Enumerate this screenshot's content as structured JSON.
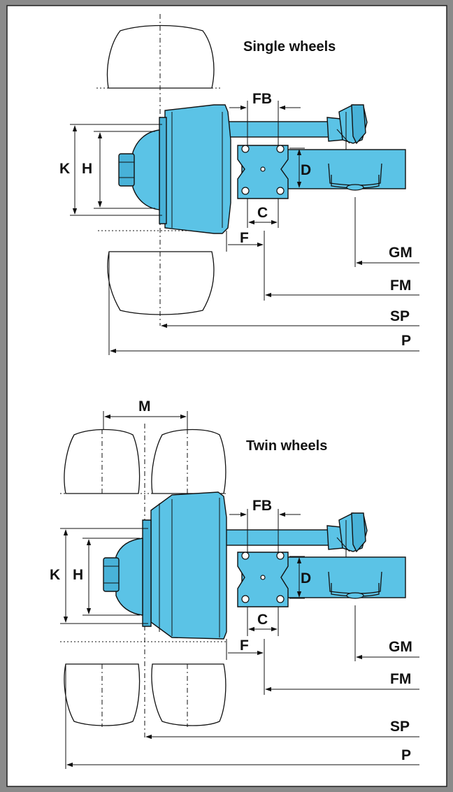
{
  "diagram": {
    "single": {
      "title": "Single wheels",
      "labels": {
        "fb": "FB",
        "k": "K",
        "h": "H",
        "d": "D",
        "c": "C",
        "f": "F",
        "gm": "GM",
        "fm": "FM",
        "sp": "SP",
        "p": "P"
      }
    },
    "twin": {
      "title": "Twin wheels",
      "labels": {
        "m": "M",
        "fb": "FB",
        "k": "K",
        "h": "H",
        "d": "D",
        "c": "C",
        "f": "F",
        "gm": "GM",
        "fm": "FM",
        "sp": "SP",
        "p": "P"
      }
    }
  },
  "colors": {
    "component": "#5bc3e6",
    "frame": "#8a8a8a",
    "line": "#111111"
  }
}
